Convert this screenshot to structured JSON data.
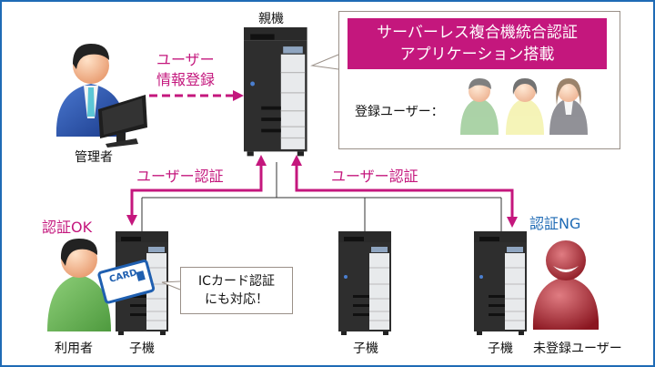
{
  "colors": {
    "accent": "#c4177d",
    "ng_blue": "#1f6bb5",
    "frame": "#1f6bb5"
  },
  "parent": {
    "label": "親機"
  },
  "admin": {
    "label": "管理者",
    "arrow_label_line1": "ユーザー",
    "arrow_label_line2": "情報登録"
  },
  "callout": {
    "banner_line1": "サーバーレス複合機統合認証",
    "banner_line2": "アプリケーション搭載",
    "registered_label": "登録ユーザー："
  },
  "auth_left": {
    "label": "ユーザー認証"
  },
  "auth_right": {
    "label": "ユーザー認証"
  },
  "child1": {
    "label": "子機",
    "status": "認証OK",
    "user_label": "利用者",
    "card_text": "CARD",
    "bubble_line1": "ICカード認証",
    "bubble_line2": "にも対応！"
  },
  "child2": {
    "label": "子機"
  },
  "child3": {
    "label": "子機",
    "status": "認証NG",
    "user_label": "未登録ユーザー"
  }
}
